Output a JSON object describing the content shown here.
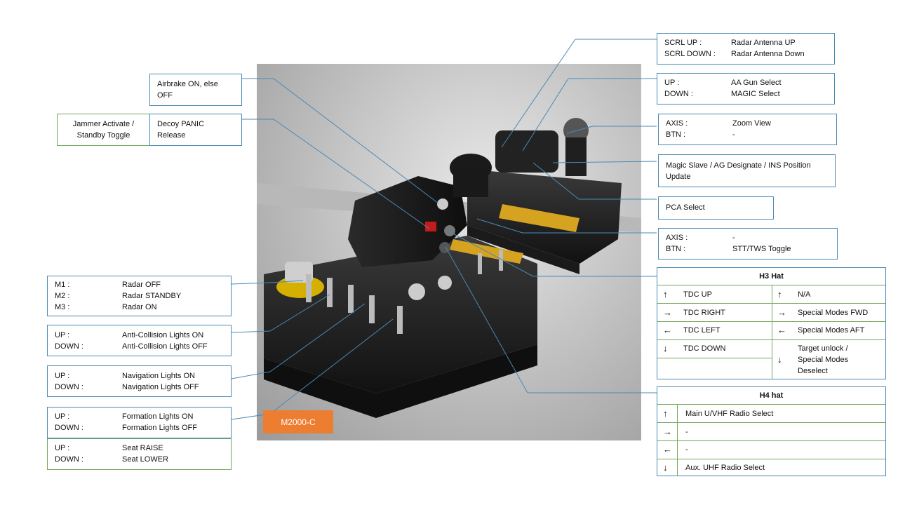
{
  "badge": "M2000-C",
  "left_boxes": {
    "airbrake": [
      "Airbrake ON, else",
      "OFF"
    ],
    "jammer": [
      "Jammer Activate /",
      "Standby Toggle"
    ],
    "decoy": [
      "Decoy PANIC",
      "Release"
    ],
    "radar": {
      "rows": [
        [
          "M1 :",
          "Radar OFF"
        ],
        [
          "M2 :",
          "Radar STANDBY"
        ],
        [
          "M3 :",
          "Radar ON"
        ]
      ]
    },
    "anticol": {
      "rows": [
        [
          "UP :",
          "Anti-Collision Lights ON"
        ],
        [
          "DOWN :",
          "Anti-Collision Lights OFF"
        ]
      ]
    },
    "nav": {
      "rows": [
        [
          "UP :",
          "Navigation Lights ON"
        ],
        [
          "DOWN :",
          "Navigation Lights OFF"
        ]
      ]
    },
    "formation": {
      "rows": [
        [
          "UP :",
          "Formation Lights ON"
        ],
        [
          "DOWN :",
          "Formation Lights OFF"
        ]
      ]
    },
    "seat": {
      "rows": [
        [
          "UP :",
          "Seat RAISE"
        ],
        [
          "DOWN :",
          "Seat LOWER"
        ]
      ]
    }
  },
  "right_boxes": {
    "scroll": {
      "rows": [
        [
          "SCRL UP :",
          "Radar Antenna UP"
        ],
        [
          "SCRL DOWN :",
          "Radar Antenna Down"
        ]
      ]
    },
    "gun": {
      "rows": [
        [
          "UP :",
          "AA Gun Select"
        ],
        [
          "DOWN :",
          "MAGIC Select"
        ]
      ]
    },
    "zoom": {
      "rows": [
        [
          "AXIS :",
          "Zoom View"
        ],
        [
          "BTN :",
          "-"
        ]
      ]
    },
    "magic": [
      "Magic Slave / AG Designate / INS Position",
      "Update"
    ],
    "pca": "PCA Select",
    "stt": {
      "rows": [
        [
          "AXIS :",
          "-"
        ],
        [
          "BTN :",
          "STT/TWS Toggle"
        ]
      ]
    }
  },
  "h3": {
    "title": "H3 Hat",
    "left": [
      {
        "arrow": "↑",
        "label": "TDC UP"
      },
      {
        "arrow": "→",
        "label": "TDC RIGHT"
      },
      {
        "arrow": "←",
        "label": "TDC LEFT"
      },
      {
        "arrow": "↓",
        "label": "TDC DOWN"
      }
    ],
    "right": [
      {
        "arrow": "↑",
        "label": "N/A"
      },
      {
        "arrow": "→",
        "label": "Special Modes FWD"
      },
      {
        "arrow": "←",
        "label": "Special Modes AFT"
      },
      {
        "arrow": "↓",
        "label": "Target unlock /"
      }
    ],
    "right_extra": [
      "Special Modes",
      "Deselect"
    ]
  },
  "h4": {
    "title": "H4 hat",
    "rows": [
      {
        "arrow": "↑",
        "label": "Main U/VHF Radio Select"
      },
      {
        "arrow": "→",
        "label": "-"
      },
      {
        "arrow": "←",
        "label": "-"
      },
      {
        "arrow": "↓",
        "label": "Aux. UHF Radio Select"
      }
    ]
  },
  "colors": {
    "badge": "#ec7d31",
    "box_border": "#4a8ab5",
    "green_border": "#74a65a"
  }
}
